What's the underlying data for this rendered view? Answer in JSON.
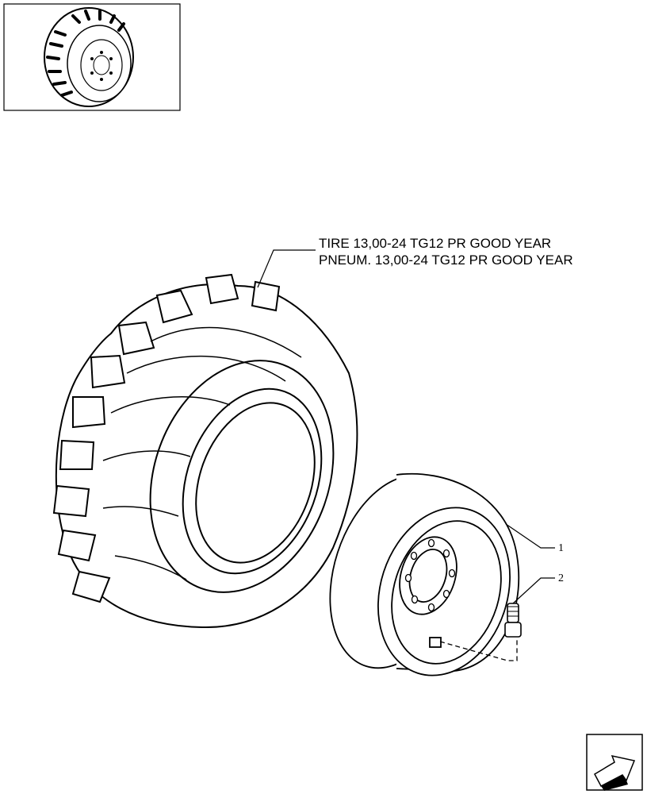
{
  "labels": {
    "tire_en": "TIRE 13,00-24 TG12 PR GOOD YEAR",
    "tire_fr": "PNEUM. 13,00-24 TG12 PR GOOD YEAR"
  },
  "callouts": {
    "rim": "1",
    "valve": "2"
  },
  "icons": {
    "thumbnail": "tire-thumbnail-icon",
    "nav": "next-page-arrow-icon"
  }
}
